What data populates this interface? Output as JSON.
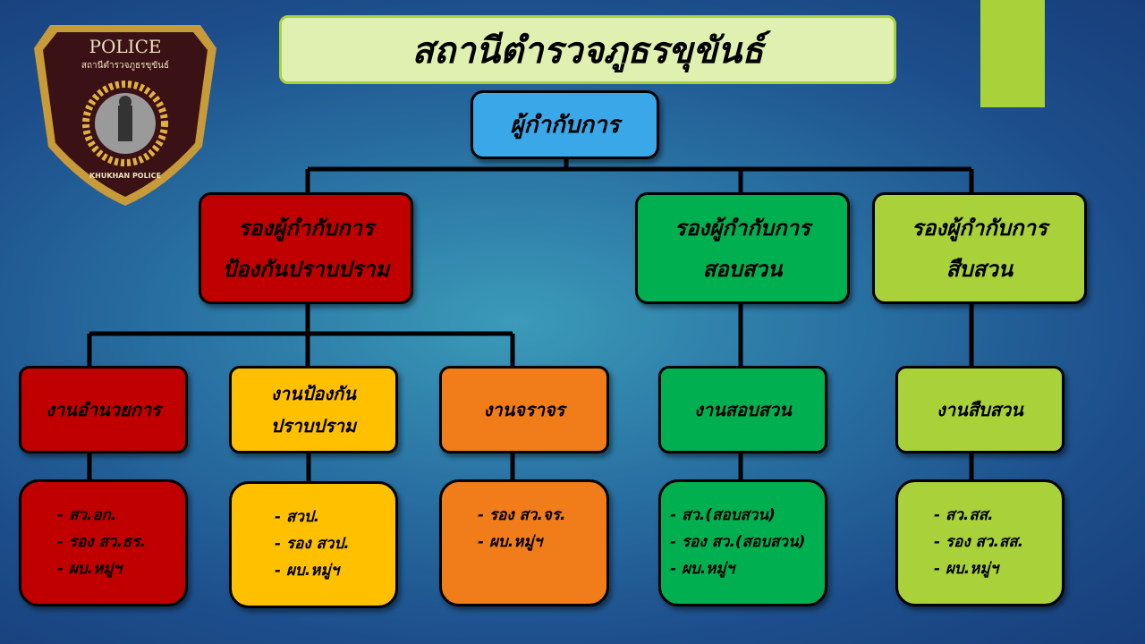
{
  "logo": {
    "top_text": "POLICE",
    "sub_text": "สถานีตำรวจภูธรขุขันธ์",
    "bottom_text": "KHUKHAN POLICE"
  },
  "title": "สถานีตำรวจภูธรขุขันธ์",
  "head": "ผู้กำกับการ",
  "deputies": [
    {
      "line1": "รองผู้กำกับการ",
      "line2": "ป้องกันปราบปราม"
    },
    {
      "line1": "รองผู้กำกับการ",
      "line2": "สอบสวน"
    },
    {
      "line1": "รองผู้กำกับการ",
      "line2": "สืบสวน"
    }
  ],
  "units": [
    {
      "line1": "งานอำนวยการ",
      "line2": ""
    },
    {
      "line1": "งานป้องกัน",
      "line2": "ปราบปราม"
    },
    {
      "line1": "งานจราจร",
      "line2": ""
    },
    {
      "line1": "งานสอบสวน",
      "line2": ""
    },
    {
      "line1": "งานสืบสวน",
      "line2": ""
    }
  ],
  "staff": [
    [
      "- สว.อก.",
      "- รอง สว.ธร.",
      "- ผบ.หมู่ฯ"
    ],
    [
      "- สวป.",
      "- รอง สวป.",
      "- ผบ.หมู่ฯ"
    ],
    [
      "- รอง สว.จร.",
      "- ผบ.หมู่ฯ"
    ],
    [
      "- สว.(สอบสวน)",
      "- รอง สว.(สอบสวน)",
      "- ผบ.หมู่ฯ"
    ],
    [
      "- สว.สส.",
      "- รอง สว.สส.",
      "- ผบ.หมู่ฯ"
    ]
  ],
  "colors": {
    "red": "#c00000",
    "yellow": "#ffc000",
    "orange": "#f07c1a",
    "green": "#00b050",
    "lime": "#a9d13a",
    "blue": "#3aa8e8"
  }
}
